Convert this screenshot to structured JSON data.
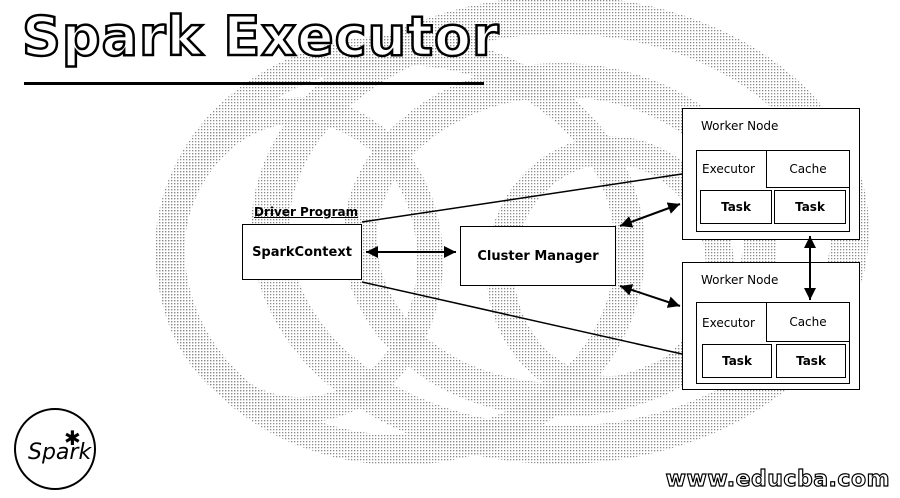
{
  "title": "Spark Executor",
  "driver_program_label": "Driver Program",
  "spark_context": "SparkContext",
  "cluster_manager": "Cluster Manager",
  "worker_nodes": [
    {
      "label": "Worker Node",
      "executor": "Executor",
      "cache": "Cache",
      "tasks": [
        "Task",
        "Task"
      ]
    },
    {
      "label": "Worker Node",
      "executor": "Executor",
      "cache": "Cache",
      "tasks": [
        "Task",
        "Task"
      ]
    }
  ],
  "logo_text": "Spark",
  "watermark": "www.educba.com"
}
